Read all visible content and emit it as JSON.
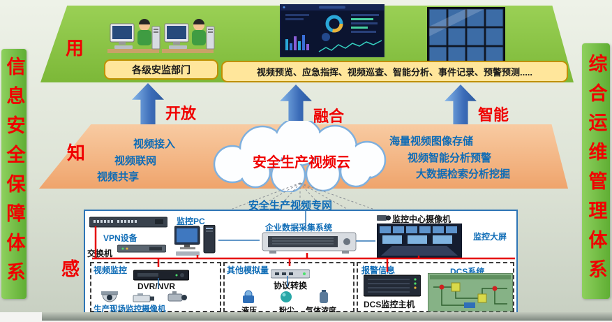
{
  "colors": {
    "banner_green": "#6cbe45",
    "platform_green": "#8cc544",
    "layer_orange": "#f4b183",
    "arrow_blue": "#3d7bc8",
    "accent_red": "#ff0000",
    "label_blue": "#0f6cb6",
    "box_yellow": "#ffe69b"
  },
  "banners": {
    "left": "信息安全保障体系",
    "right": "综合运维管理体系"
  },
  "layer_use": {
    "tag": "用",
    "dept_box": "各级安监部门",
    "functions_box": "视频预览、应急指挥、视频巡查、智能分析、事件记录、预警预测....."
  },
  "arrows": [
    {
      "label": "开放"
    },
    {
      "label": "融合"
    },
    {
      "label": "智能"
    }
  ],
  "layer_know": {
    "tag": "知",
    "cloud_title": "安全生产视频云",
    "left_items": [
      "视频接入",
      "视频联网",
      "视频共享"
    ],
    "right_items": [
      "海量视频图像存储",
      "视频智能分析预警",
      "大数据检索分析挖掘"
    ]
  },
  "layer_sense": {
    "tag": "感",
    "network_label": "安全生产视频专网",
    "access": {
      "vpn_device": "VPN设备",
      "switch": "交换机",
      "monitor_pc": "监控PC",
      "data_collect_system": "企业数据采集系统",
      "center_camera": "监控中心摄像机",
      "big_screen": "监控大屏"
    },
    "video_group": {
      "title": "视频监控",
      "dvr": "DVR/NVR",
      "site_cameras": "生产现场监控摄像机"
    },
    "analog_group": {
      "title": "其他模拟量",
      "converter": "协议转换",
      "sensors": [
        "液压",
        "粉尘",
        "气体浓度"
      ]
    },
    "dcs_group": {
      "alarm": "报警信息",
      "title": "DCS系统",
      "host": "DCS监控主机"
    }
  }
}
